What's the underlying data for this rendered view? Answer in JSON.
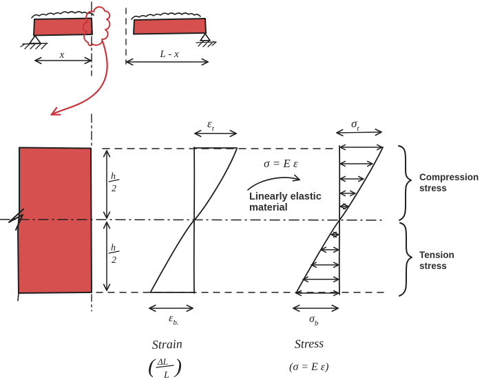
{
  "colors": {
    "beam_fill": "#d5504f",
    "ink": "#1f1f1f",
    "red_stroke": "#c8353e",
    "label_color": "#2d2d2d"
  },
  "top_view": {
    "left_span_label": "x",
    "right_span_label": "L - x"
  },
  "section": {
    "half_height_num": "h",
    "half_height_den": "2"
  },
  "strain_diagram": {
    "top_symbol": "ε",
    "top_sub": "t",
    "bottom_symbol": "ε",
    "bottom_sub": "b.",
    "caption": "Strain",
    "formula_open": "(",
    "formula_num": "ΔL",
    "formula_den": "L",
    "formula_close": ")"
  },
  "stress_diagram": {
    "top_symbol": "σ",
    "top_sub": "t",
    "bottom_symbol": "σ",
    "bottom_sub": "b",
    "caption": "Stress",
    "formula": "(σ = E ε)"
  },
  "annotations": {
    "hooke_law": "σ = E ε",
    "material_line1": "Linearly elastic",
    "material_line2": "material",
    "compression_line1": "Compression",
    "compression_line2": "stress",
    "tension_line1": "Tension",
    "tension_line2": "stress"
  }
}
